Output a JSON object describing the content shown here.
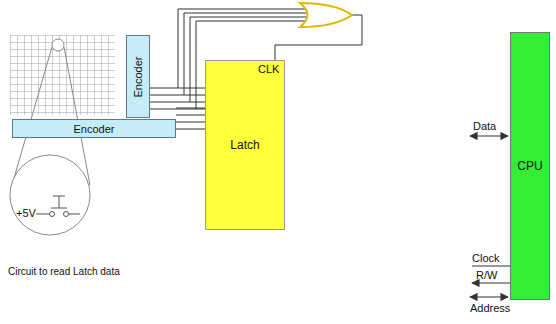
{
  "diagram": {
    "nodes": [
      {
        "text": [
          "Encoder"
        ]
      },
      {
        "text": [
          "Encoder"
        ]
      },
      {
        "text": [
          "Latch"
        ]
      },
      {
        "text": [
          "CPU"
        ]
      }
    ],
    "edges": [
      {
        "from": 0,
        "to": 2,
        "arrow": "none"
      },
      {
        "from": 1,
        "to": 2,
        "arrow": "none"
      }
    ],
    "labels": [
      "CLK",
      "+5V",
      "Circuit to read Latch data",
      "Data",
      "Clock",
      "R/W",
      "Address"
    ]
  }
}
